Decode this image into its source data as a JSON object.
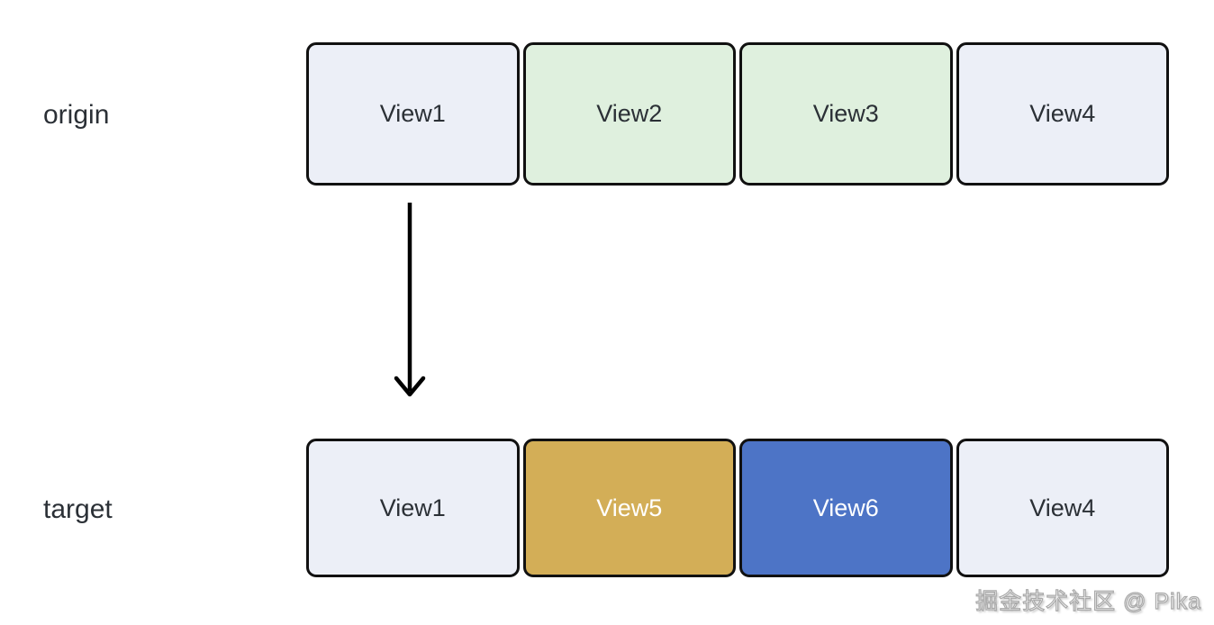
{
  "rows": [
    {
      "name": "origin",
      "label": "origin",
      "boxes": [
        {
          "label": "View1",
          "type": "lavender"
        },
        {
          "label": "View2",
          "type": "green"
        },
        {
          "label": "View3",
          "type": "green"
        },
        {
          "label": "View4",
          "type": "lavender"
        }
      ]
    },
    {
      "name": "target",
      "label": "target",
      "boxes": [
        {
          "label": "View1",
          "type": "lavender"
        },
        {
          "label": "View5",
          "type": "gold"
        },
        {
          "label": "View6",
          "type": "blue"
        },
        {
          "label": "View4",
          "type": "lavender"
        }
      ]
    }
  ],
  "arrow": {
    "icon": "down-arrow-icon",
    "direction": "down"
  },
  "watermark": "掘金技术社区 @ Pika",
  "colors": {
    "lavender": "#eceff7",
    "green": "#dff0de",
    "gold": "#d3ae57",
    "blue": "#4d74c6",
    "border": "#111111",
    "text_dark": "#2b3036",
    "text_light": "#ffffff"
  }
}
